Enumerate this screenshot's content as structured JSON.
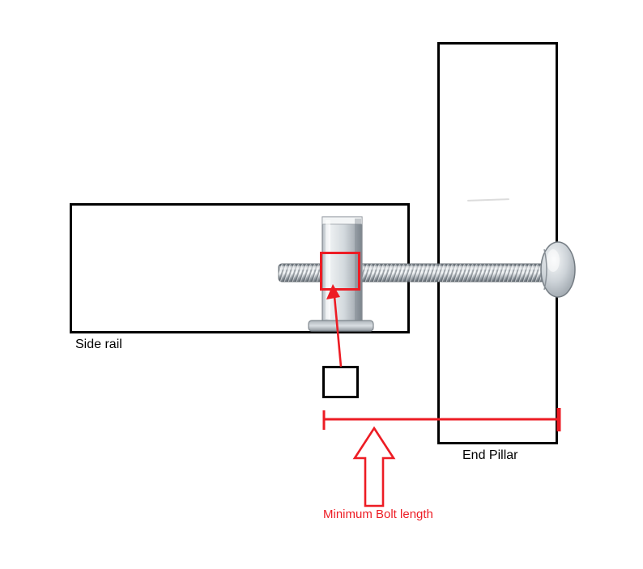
{
  "diagram": {
    "type": "assembly-instruction-diagram",
    "labels": {
      "side_rail": "Side rail",
      "end_pillar": "End Pillar",
      "minimum_bolt_length": "Minimum Bolt length"
    },
    "graphics": {
      "bolt": "threaded furniture bolt with dome head",
      "barrel_nut": "cross-dowel barrel nut inside side rail",
      "highlight_square": "red square marking barrel nut / bolt engagement point",
      "reference_square": "small black square sample",
      "measurement": "red dimension line with end ticks spanning from nut position to end pillar outer face"
    },
    "colors": {
      "annotation_red": "#ed1c24",
      "outline_black": "#000000",
      "metal_light": "#f2f5f7",
      "metal_dark": "#6d757c"
    }
  }
}
